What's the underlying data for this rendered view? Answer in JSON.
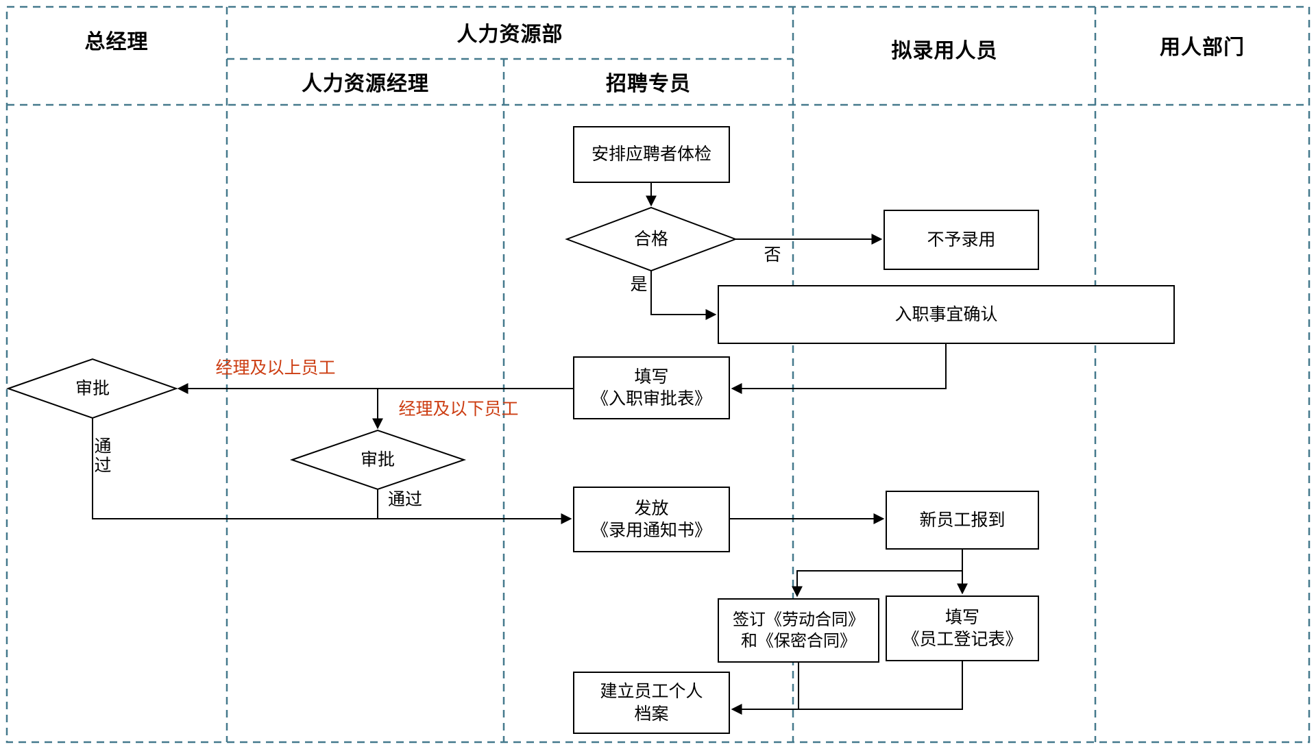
{
  "colors": {
    "lane_border": "#44798C",
    "shape_border": "#000000",
    "connector": "#000000",
    "branch_label": "#CC3D12",
    "background": "#FFFFFF"
  },
  "lanes": {
    "general_manager": "总经理",
    "hr_department": "人力资源部",
    "hr_manager": "人力资源经理",
    "recruitment_specialist": "招聘专员",
    "candidates": "拟录用人员",
    "hiring_department": "用人部门"
  },
  "nodes": {
    "arrange_exam": "安排应聘者体检",
    "qualified_check": "合格",
    "not_hired": "不予录用",
    "onboarding_confirm": "入职事宜确认",
    "fill_approval_form": "填写\n《入职审批表》",
    "approval_left": "审批",
    "approval_mid": "审批",
    "issue_offer": "发放\n《录用通知书》",
    "new_employee_report": "新员工报到",
    "sign_contracts": "签订《劳动合同》\n和《保密合同》",
    "fill_registration": "填写\n《员工登记表》",
    "create_personal_file": "建立员工个人\n档案"
  },
  "edge_labels": {
    "no": "否",
    "yes": "是",
    "manager_and_above": "经理及以上员工",
    "manager_and_below": "经理及以下员工",
    "pass_left": "通\n过",
    "pass_mid": "通过"
  }
}
